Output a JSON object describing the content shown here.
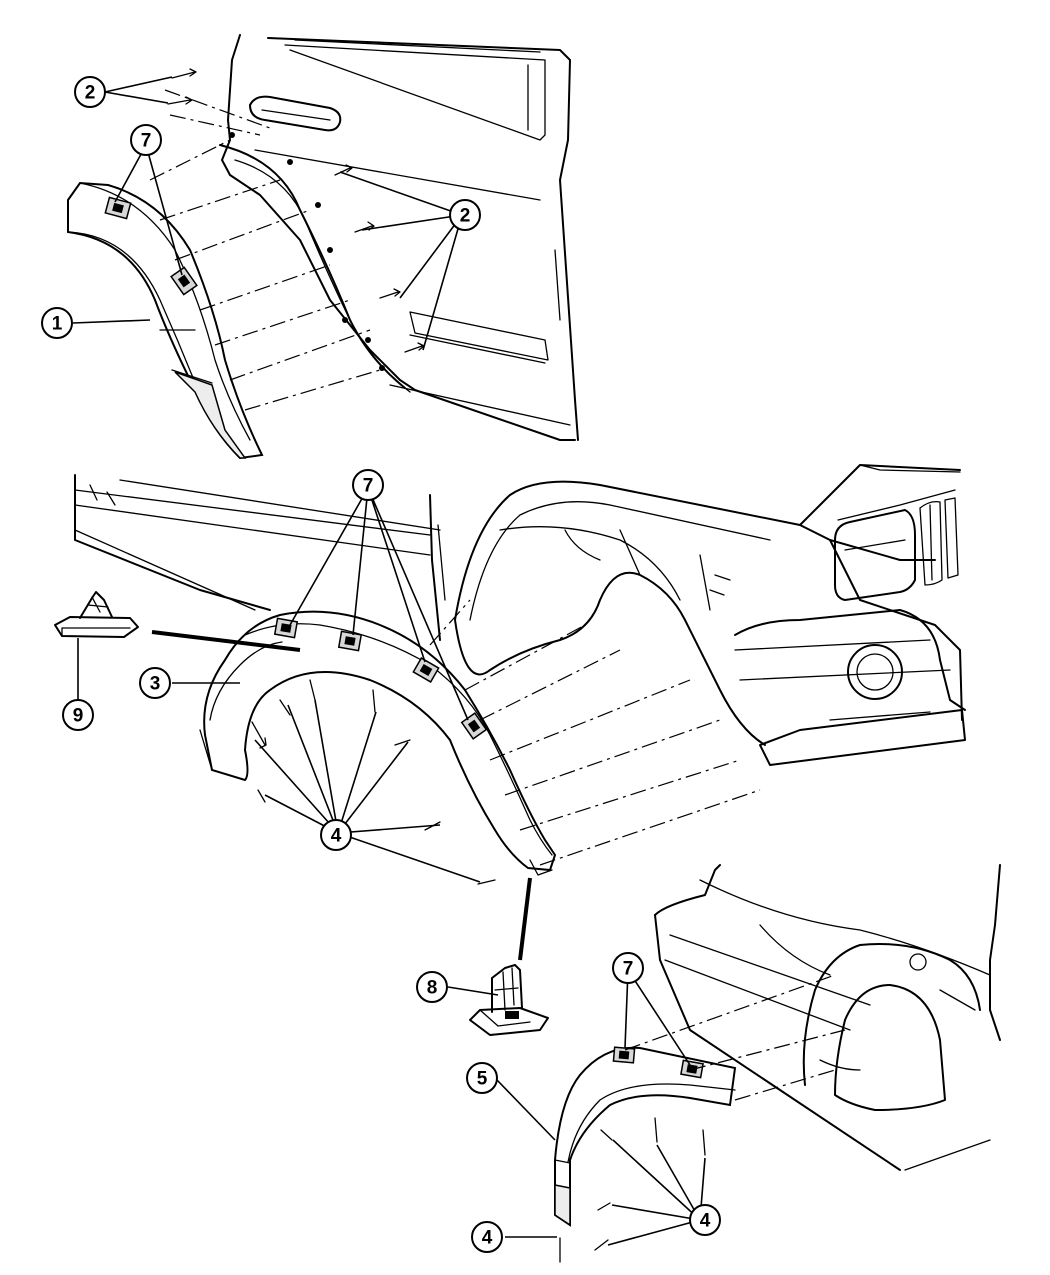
{
  "callouts": {
    "c1": "1",
    "c2": "2",
    "c3": "3",
    "c4": "4",
    "c5": "5",
    "c7": "7",
    "c8": "8",
    "c9": "9"
  }
}
